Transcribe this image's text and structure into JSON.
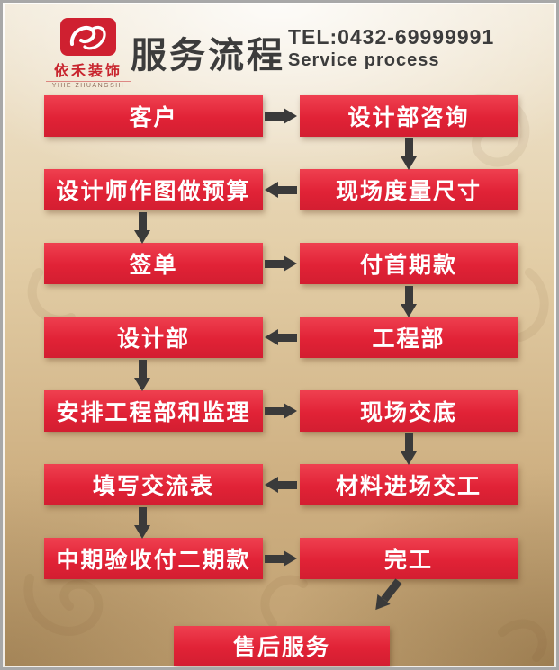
{
  "header": {
    "brand_cn": "依禾装饰",
    "brand_en": "YIHE ZHUANGSHI",
    "title": "服务流程",
    "tel": "TEL:0432-69999991",
    "subtitle": "Service process"
  },
  "colors": {
    "box_red": "#e12236",
    "brand_red": "#c8252e",
    "arrow_dark": "#3a3a3a",
    "background_tan": "#d8bf97"
  },
  "flow": {
    "nodes": [
      {
        "label": "客户"
      },
      {
        "label": "设计部咨询"
      },
      {
        "label": "设计师作图做预算"
      },
      {
        "label": "现场度量尺寸"
      },
      {
        "label": "签单"
      },
      {
        "label": "付首期款"
      },
      {
        "label": "设计部"
      },
      {
        "label": "工程部"
      },
      {
        "label": "安排工程部和监理"
      },
      {
        "label": "现场交底"
      },
      {
        "label": "填写交流表"
      },
      {
        "label": "材料进场交工"
      },
      {
        "label": "中期验收付二期款"
      },
      {
        "label": "完工"
      },
      {
        "label": "售后服务"
      }
    ]
  }
}
